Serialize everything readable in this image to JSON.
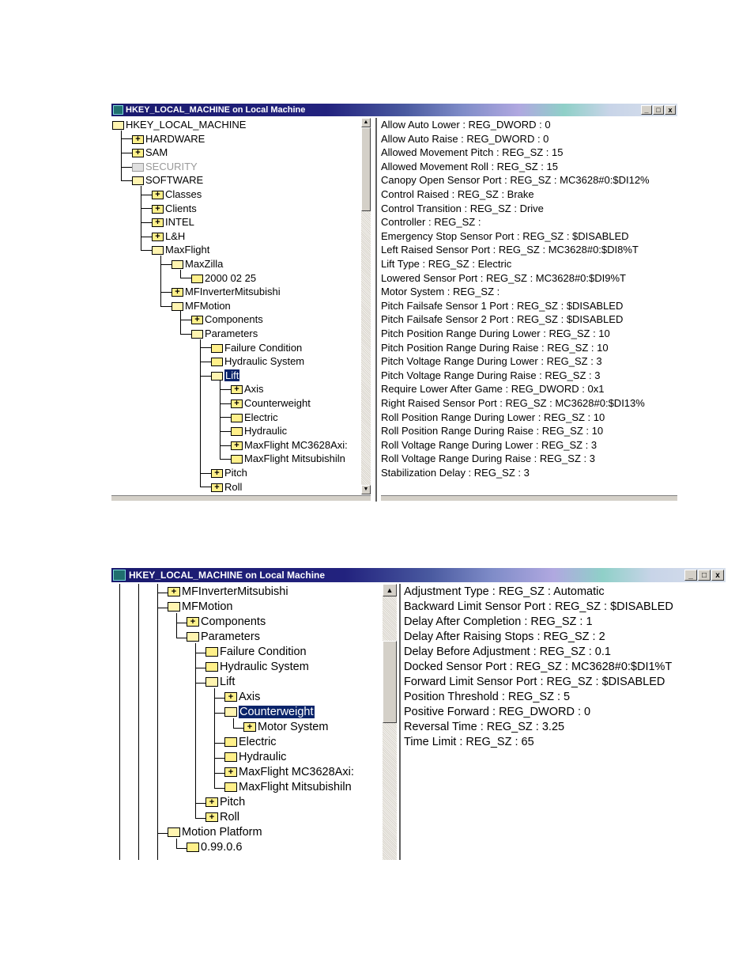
{
  "window1": {
    "title": "HKEY_LOCAL_MACHINE on Local Machine",
    "buttons": {
      "minimize": "_",
      "maximize": "□",
      "close": "x"
    },
    "tree": [
      {
        "label": "HKEY_LOCAL_MACHINE",
        "depth": 0,
        "icon": "folder-open-icon"
      },
      {
        "label": "HARDWARE",
        "depth": 1,
        "icon": "folder-plus-icon"
      },
      {
        "label": "SAM",
        "depth": 1,
        "icon": "folder-plus-icon"
      },
      {
        "label": "SECURITY",
        "depth": 1,
        "icon": "folder-grey-icon",
        "greyed": true
      },
      {
        "label": "SOFTWARE",
        "depth": 1,
        "icon": "folder-open-icon"
      },
      {
        "label": "Classes",
        "depth": 2,
        "icon": "folder-plus-icon"
      },
      {
        "label": "Clients",
        "depth": 2,
        "icon": "folder-plus-icon"
      },
      {
        "label": "INTEL",
        "depth": 2,
        "icon": "folder-plus-icon"
      },
      {
        "label": "L&H",
        "depth": 2,
        "icon": "folder-plus-icon"
      },
      {
        "label": "MaxFlight",
        "depth": 2,
        "icon": "folder-open-icon"
      },
      {
        "label": "MaxZilla",
        "depth": 3,
        "icon": "folder-open-icon"
      },
      {
        "label": "2000 02 25",
        "depth": 4,
        "icon": "folder-icon"
      },
      {
        "label": "MFInverterMitsubishi",
        "depth": 3,
        "icon": "folder-plus-icon"
      },
      {
        "label": "MFMotion",
        "depth": 3,
        "icon": "folder-open-icon"
      },
      {
        "label": "Components",
        "depth": 4,
        "icon": "folder-plus-icon"
      },
      {
        "label": "Parameters",
        "depth": 4,
        "icon": "folder-open-icon"
      },
      {
        "label": "Failure Condition",
        "depth": 5,
        "icon": "folder-icon"
      },
      {
        "label": "Hydraulic System",
        "depth": 5,
        "icon": "folder-icon"
      },
      {
        "label": "Lift",
        "depth": 5,
        "icon": "folder-open-icon",
        "selected": true
      },
      {
        "label": "Axis",
        "depth": 6,
        "icon": "folder-plus-icon"
      },
      {
        "label": "Counterweight",
        "depth": 6,
        "icon": "folder-plus-icon"
      },
      {
        "label": "Electric",
        "depth": 6,
        "icon": "folder-icon"
      },
      {
        "label": "Hydraulic",
        "depth": 6,
        "icon": "folder-icon"
      },
      {
        "label": "MaxFlight MC3628Axi:",
        "depth": 6,
        "icon": "folder-plus-icon"
      },
      {
        "label": "MaxFlight Mitsubishiln",
        "depth": 6,
        "icon": "folder-icon"
      },
      {
        "label": "Pitch",
        "depth": 5,
        "icon": "folder-plus-icon"
      },
      {
        "label": "Roll",
        "depth": 5,
        "icon": "folder-plus-icon"
      }
    ],
    "values": [
      "Allow Auto Lower : REG_DWORD : 0",
      "Allow Auto Raise : REG_DWORD : 0",
      "Allowed Movement Pitch : REG_SZ : 15",
      "Allowed Movement Roll : REG_SZ : 15",
      "Canopy Open Sensor Port : REG_SZ : MC3628#0:$DI12%",
      "Control Raised : REG_SZ : Brake",
      "Control Transition : REG_SZ : Drive",
      "Controller : REG_SZ :",
      "Emergency Stop Sensor Port : REG_SZ : $DISABLED",
      "Left Raised Sensor Port : REG_SZ : MC3628#0:$DI8%T",
      "Lift Type : REG_SZ : Electric",
      "Lowered Sensor Port : REG_SZ : MC3628#0:$DI9%T",
      "Motor System : REG_SZ :",
      "Pitch Failsafe Sensor 1 Port : REG_SZ : $DISABLED",
      "Pitch Failsafe Sensor 2 Port : REG_SZ : $DISABLED",
      "Pitch Position Range During Lower : REG_SZ : 10",
      "Pitch Position Range During Raise : REG_SZ : 10",
      "Pitch Voltage Range During Lower : REG_SZ : 3",
      "Pitch Voltage Range During Raise : REG_SZ : 3",
      "Require Lower After Game : REG_DWORD : 0x1",
      "Right Raised Sensor Port : REG_SZ : MC3628#0:$DI13%",
      "Roll Position Range During Lower : REG_SZ : 10",
      "Roll Position Range During Raise : REG_SZ : 10",
      "Roll Voltage Range During Lower : REG_SZ : 3",
      "Roll Voltage Range During Raise : REG_SZ : 3",
      "Stabilization Delay : REG_SZ : 3"
    ]
  },
  "window2": {
    "title": "HKEY_LOCAL_MACHINE on Local Machine",
    "buttons": {
      "minimize": "_",
      "maximize": "□",
      "close": "x"
    },
    "tree": [
      {
        "label": "MFInverterMitsubishi",
        "depth": 3,
        "icon": "folder-plus-icon"
      },
      {
        "label": "MFMotion",
        "depth": 3,
        "icon": "folder-open-icon"
      },
      {
        "label": "Components",
        "depth": 4,
        "icon": "folder-plus-icon"
      },
      {
        "label": "Parameters",
        "depth": 4,
        "icon": "folder-open-icon"
      },
      {
        "label": "Failure Condition",
        "depth": 5,
        "icon": "folder-icon"
      },
      {
        "label": "Hydraulic System",
        "depth": 5,
        "icon": "folder-icon"
      },
      {
        "label": "Lift",
        "depth": 5,
        "icon": "folder-open-icon"
      },
      {
        "label": "Axis",
        "depth": 6,
        "icon": "folder-plus-icon"
      },
      {
        "label": "Counterweight",
        "depth": 6,
        "icon": "folder-open-icon",
        "selected": true
      },
      {
        "label": "Motor System",
        "depth": 7,
        "icon": "folder-plus-icon"
      },
      {
        "label": "Electric",
        "depth": 6,
        "icon": "folder-icon"
      },
      {
        "label": "Hydraulic",
        "depth": 6,
        "icon": "folder-icon"
      },
      {
        "label": "MaxFlight MC3628Axi:",
        "depth": 6,
        "icon": "folder-plus-icon"
      },
      {
        "label": "MaxFlight Mitsubishiln",
        "depth": 6,
        "icon": "folder-icon"
      },
      {
        "label": "Pitch",
        "depth": 5,
        "icon": "folder-plus-icon"
      },
      {
        "label": "Roll",
        "depth": 5,
        "icon": "folder-plus-icon"
      },
      {
        "label": "Motion Platform",
        "depth": 3,
        "icon": "folder-open-icon"
      },
      {
        "label": "0.99.0.6",
        "depth": 4,
        "icon": "folder-icon"
      }
    ],
    "values": [
      "Adjustment Type : REG_SZ : Automatic",
      "Backward Limit Sensor Port : REG_SZ : $DISABLED",
      "Delay After Completion : REG_SZ : 1",
      "Delay After Raising Stops : REG_SZ : 2",
      "Delay Before Adjustment : REG_SZ : 0.1",
      "Docked Sensor Port : REG_SZ : MC3628#0:$DI1%T",
      "Forward Limit Sensor Port : REG_SZ : $DISABLED",
      "Position Threshold : REG_SZ : 5",
      "Positive Forward : REG_DWORD : 0",
      "Reversal Time : REG_SZ : 3.25",
      "Time Limit : REG_SZ : 65"
    ]
  }
}
